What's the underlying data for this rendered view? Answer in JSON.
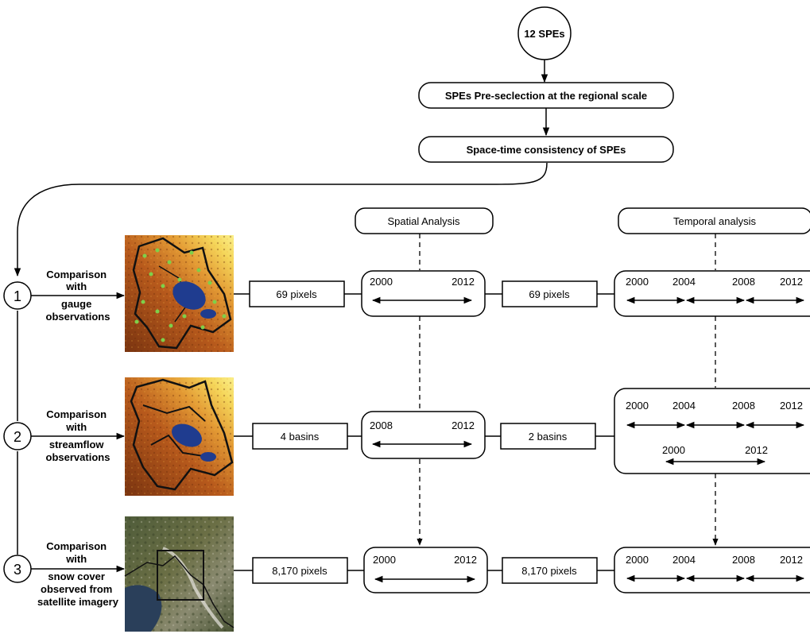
{
  "top": {
    "start": "12 SPEs",
    "step1": "SPEs Pre-seclection at the regional scale",
    "step2": "Space-time consistency of SPEs"
  },
  "headers": {
    "spatial": "Spatial Analysis",
    "temporal": "Temporal analysis"
  },
  "rows": [
    {
      "number": "1",
      "label_lines": [
        "Comparison",
        "with",
        "gauge",
        "observations"
      ],
      "map": "elevation map with gauge points and basin outline",
      "count_spatial": "69 pixels",
      "spatial_years": [
        "2000",
        "2012"
      ],
      "count_temporal": "69 pixels",
      "temporal_years": [
        "2000",
        "2004",
        "2008",
        "2012"
      ]
    },
    {
      "number": "2",
      "label_lines": [
        "Comparison",
        "with",
        "streamflow",
        "observations"
      ],
      "map": "elevation map with sub-basin outlines",
      "count_spatial": "4 basins",
      "spatial_years": [
        "2008",
        "2012"
      ],
      "count_temporal": "2 basins",
      "temporal_years": [
        "2000",
        "2004",
        "2008",
        "2012"
      ],
      "temporal_years_extra": [
        "2000",
        "2012"
      ]
    },
    {
      "number": "3",
      "label_lines": [
        "Comparison",
        "with",
        "snow cover",
        "observed from",
        "satellite imagery"
      ],
      "map": "satellite image with study area frame",
      "count_spatial": "8,170 pixels",
      "spatial_years": [
        "2000",
        "2012"
      ],
      "count_temporal": "8,170 pixels",
      "temporal_years": [
        "2000",
        "2004",
        "2008",
        "2012"
      ]
    }
  ],
  "colors": {
    "elevation_low": "#f5e96a",
    "elevation_mid": "#e08a2a",
    "elevation_high": "#8a3c12",
    "lake": "#1f3c8f",
    "gauge": "#7ed04a",
    "satellite_land": "#5d6a3e",
    "satellite_lake": "#2a3f5a"
  }
}
